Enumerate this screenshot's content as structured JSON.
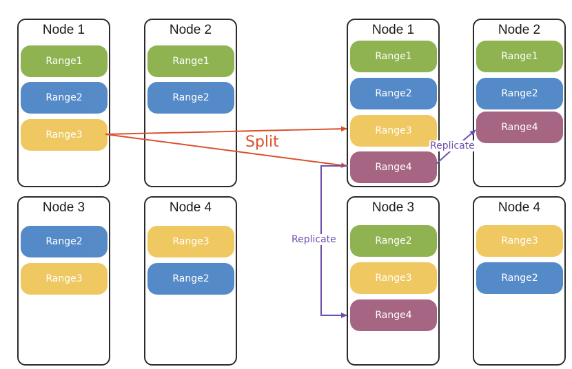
{
  "colors": {
    "green": "#8bb04a",
    "blue": "#4f86c6",
    "yellow": "#efc65c",
    "mauve": "#a35f7e",
    "split_arrow": "#d9512c",
    "replicate_arrow": "#6f4fad"
  },
  "labels": {
    "split": "Split",
    "replicate_right": "Replicate",
    "replicate_left": "Replicate"
  },
  "before": {
    "node1": {
      "title": "Node 1",
      "ranges": [
        "Range1",
        "Range2",
        "Range3"
      ]
    },
    "node2": {
      "title": "Node 2",
      "ranges": [
        "Range1",
        "Range2"
      ]
    },
    "node3": {
      "title": "Node 3",
      "ranges": [
        "Range2",
        "Range3"
      ]
    },
    "node4": {
      "title": "Node 4",
      "ranges": [
        "Range3",
        "Range2"
      ]
    }
  },
  "after": {
    "node1": {
      "title": "Node 1",
      "ranges": [
        "Range1",
        "Range2",
        "Range3",
        "Range4"
      ]
    },
    "node2": {
      "title": "Node 2",
      "ranges": [
        "Range1",
        "Range2",
        "Range4"
      ]
    },
    "node3": {
      "title": "Node 3",
      "ranges": [
        "Range2",
        "Range3",
        "Range4"
      ]
    },
    "node4": {
      "title": "Node 4",
      "ranges": [
        "Range3",
        "Range2"
      ]
    }
  }
}
